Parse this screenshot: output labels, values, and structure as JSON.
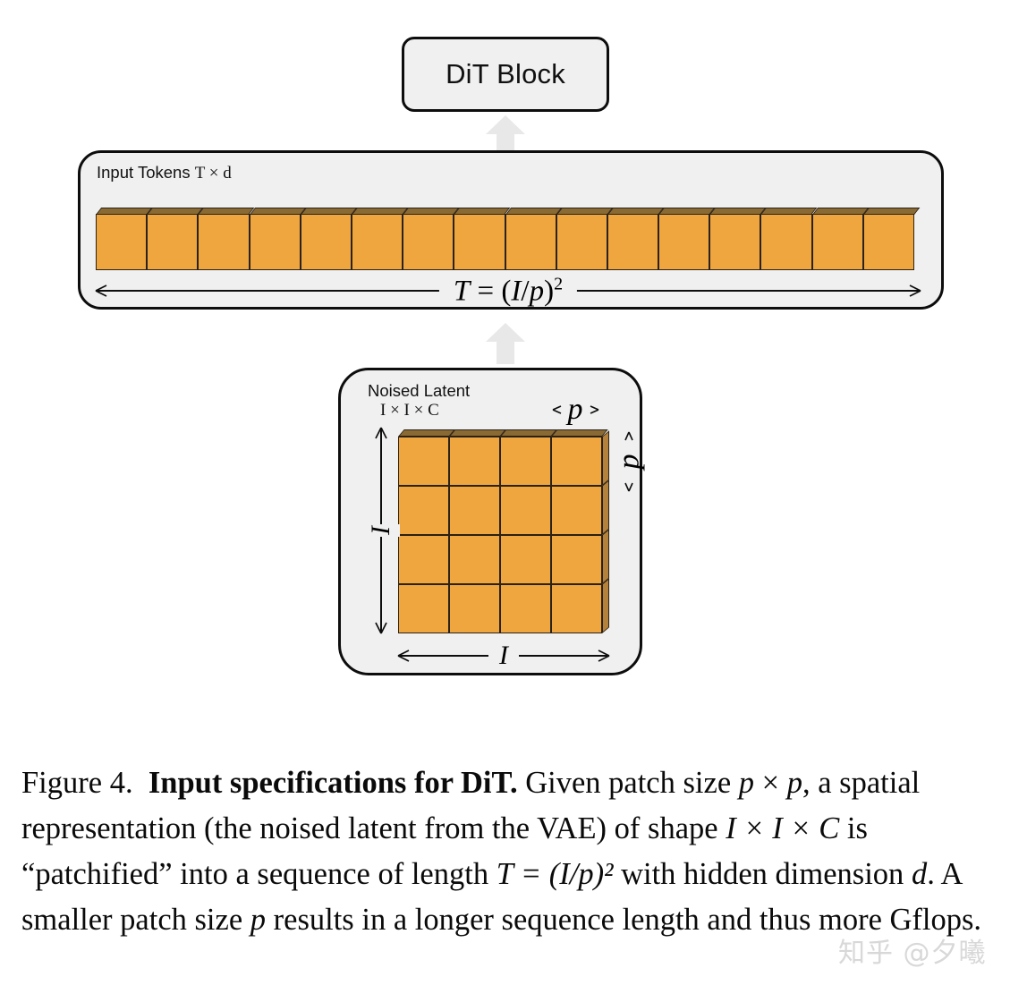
{
  "diagram": {
    "dit_block": {
      "label": "DiT Block"
    },
    "arrows": {
      "to_dit_block": "up-arrow",
      "to_tokens": "up-arrow"
    },
    "tokens_panel": {
      "caption_prefix": "Input Tokens ",
      "caption_dims": "T × d",
      "token_count": 16,
      "measure_label": "T = (I/p)²",
      "measure_parts": {
        "lhs": "T",
        "eq": "=",
        "open": "(",
        "num": "I",
        "slash": "/",
        "den": "p",
        "close": ")",
        "exp": "2"
      }
    },
    "latent_panel": {
      "title": "Noised Latent",
      "dims": "I × I × C",
      "grid_rows": 4,
      "grid_cols": 4,
      "label_height": "I",
      "label_width": "I",
      "label_patch_w": "p",
      "label_patch_h": "p",
      "arrow_left": "‹",
      "arrow_right": "›",
      "arrow_up": "↑",
      "arrow_down": "↓"
    },
    "colors": {
      "patch_fill": "#F0A63F",
      "patch_stroke": "#2A2118",
      "patch_top": "#8A6A33",
      "panel_fill": "#F0F0F0",
      "panel_stroke": "#0D0D0D",
      "flow_arrow": "#E8E8E8",
      "watermark": "#D8D8D8"
    }
  },
  "caption": {
    "figure_label": "Figure 4.",
    "bold_title": "Input specifications for DiT.",
    "body_1": " Given patch size ",
    "math_p1": "p",
    "times_1": " × ",
    "math_p2": "p",
    "body_2": ", a spatial representation (the noised latent from the VAE) of shape ",
    "math_shape": "I × I × C",
    "body_3": " is “patchified” into a sequence of length ",
    "math_T": "T = (I/p)²",
    "body_4": " with hidden dimension ",
    "math_d": "d",
    "body_5": ". A smaller patch size ",
    "math_p3": "p",
    "body_6": " results in a longer sequence length and thus more Gflops.",
    "full_text": "Figure 4. Input specifications for DiT. Given patch size p × p, a spatial representation (the noised latent from the VAE) of shape I × I × C is “patchified” into a sequence of length T = (I/p)² with hidden dimension d. A smaller patch size p results in a longer sequence length and thus more Gflops."
  },
  "watermark": {
    "text": "知乎 @夕曦"
  }
}
